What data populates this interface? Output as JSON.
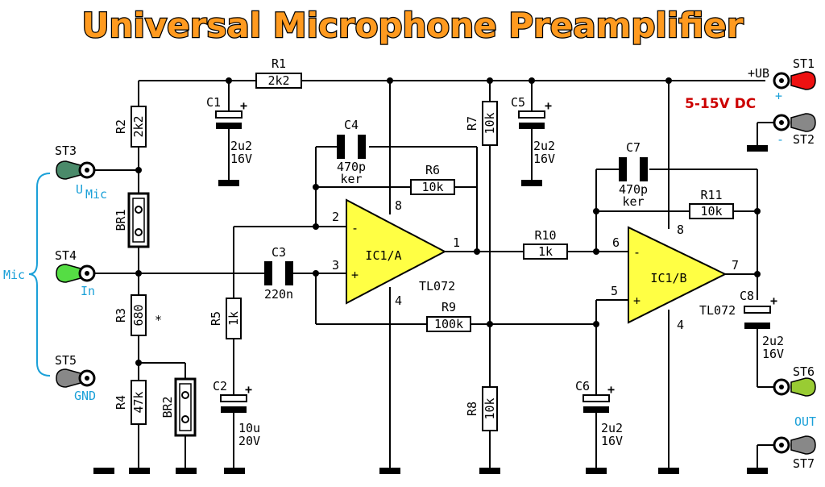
{
  "title": "Universal Microphone Preamplifier",
  "supply": {
    "label": "+UB",
    "voltage": "5-15V DC"
  },
  "connectors": {
    "st1": "ST1",
    "st2": "ST2",
    "st3": "ST3",
    "st4": "ST4",
    "st5": "ST5",
    "st6": "ST6",
    "st7": "ST7"
  },
  "signals": {
    "plus": "+",
    "minus": "-",
    "umic_u": "U",
    "umic_mic": "Mic",
    "in": "In",
    "gnd": "GND",
    "mic": "Mic",
    "out": "OUT"
  },
  "resistors": {
    "r1": {
      "name": "R1",
      "value": "2k2"
    },
    "r2": {
      "name": "R2",
      "value": "2k2"
    },
    "r3": {
      "name": "R3",
      "value": "680",
      "mark": "*"
    },
    "r4": {
      "name": "R4",
      "value": "47k"
    },
    "r5": {
      "name": "R5",
      "value": "1k"
    },
    "r6": {
      "name": "R6",
      "value": "10k"
    },
    "r7": {
      "name": "R7",
      "value": "10k"
    },
    "r8": {
      "name": "R8",
      "value": "10k"
    },
    "r9": {
      "name": "R9",
      "value": "100k"
    },
    "r10": {
      "name": "R10",
      "value": "1k"
    },
    "r11": {
      "name": "R11",
      "value": "10k"
    }
  },
  "capacitors": {
    "c1": {
      "name": "C1",
      "v1": "2u2",
      "v2": "16V"
    },
    "c2": {
      "name": "C2",
      "v1": "10u",
      "v2": "20V"
    },
    "c3": {
      "name": "C3",
      "v1": "220n"
    },
    "c4": {
      "name": "C4",
      "v1": "470p",
      "v2": "ker"
    },
    "c5": {
      "name": "C5",
      "v1": "2u2",
      "v2": "16V"
    },
    "c6": {
      "name": "C6",
      "v1": "2u2",
      "v2": "16V"
    },
    "c7": {
      "name": "C7",
      "v1": "470p",
      "v2": "ker"
    },
    "c8": {
      "name": "C8",
      "v1": "2u2",
      "v2": "16V"
    }
  },
  "jumpers": {
    "br1": "BR1",
    "br2": "BR2"
  },
  "opamps": {
    "a": {
      "name": "IC1/A",
      "part": "TL072",
      "p_minus": "2",
      "p_plus": "3",
      "p_out": "1",
      "p_vcc": "8",
      "p_gnd": "4"
    },
    "b": {
      "name": "IC1/B",
      "part": "TL072",
      "p_minus": "6",
      "p_plus": "5",
      "p_out": "7",
      "p_vcc": "8",
      "p_gnd": "4"
    }
  },
  "colors": {
    "title_fill": "#ff9a1f",
    "title_stroke": "#000000",
    "opamp_fill": "#ffff44",
    "label_blue": "#1aa0d8",
    "supply_red": "#cc0000",
    "wire": "#000000"
  }
}
